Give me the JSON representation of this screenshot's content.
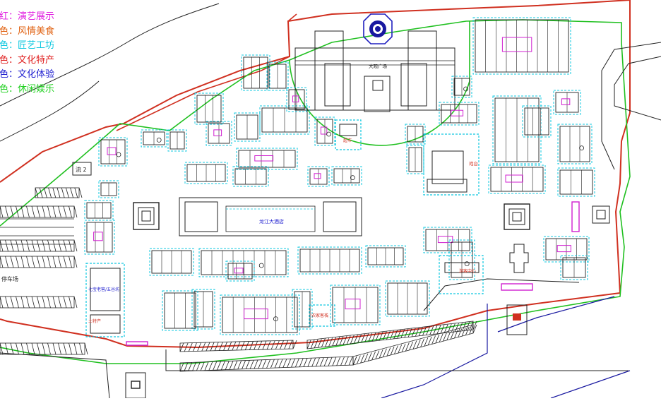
{
  "legend": [
    {
      "text": "粉红：演艺展示",
      "color": "#e020e0"
    },
    {
      "text": "黄色：风情美食",
      "color": "#e06010"
    },
    {
      "text": "青色：匠艺工坊",
      "color": "#10c8e0"
    },
    {
      "text": "红色：文化特产",
      "color": "#e02020"
    },
    {
      "text": "蓝色：文化体验",
      "color": "#2020d0"
    },
    {
      "text": "绿色：休闲娱乐",
      "color": "#20d020"
    }
  ],
  "labels": {
    "plaza": "大观广场",
    "hotel": "龙江大酒店",
    "gate2": "流 2",
    "parking": "停车场",
    "supermarket": "超市",
    "stage": "戏台",
    "tourist_center": "游客中心",
    "market": "七宝老窖/五谷坊",
    "local_products": "土特产",
    "guesthouse": "农家客栈"
  },
  "colors": {
    "boundary_red": "#d03020",
    "zone_green": "#20c020",
    "road_blue": "#1818a0",
    "cyan": "#10c8e0",
    "magenta": "#d020d0",
    "ink": "#202020"
  }
}
